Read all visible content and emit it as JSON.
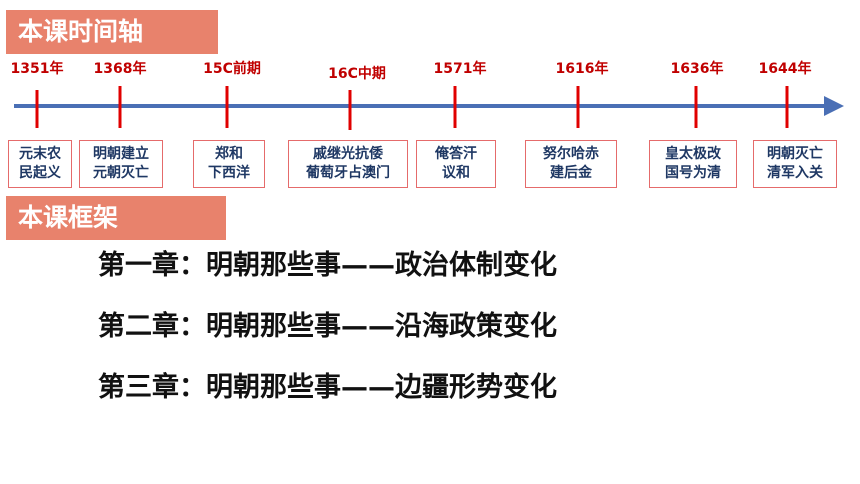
{
  "timeline_heading": "本课时间轴",
  "framework_heading": "本课框架",
  "timeline": [
    {
      "year": "1351年",
      "event_line1": "元末农",
      "event_line2": "民起义"
    },
    {
      "year": "1368年",
      "event_line1": "明朝建立",
      "event_line2": "元朝灭亡"
    },
    {
      "year": "15C前期",
      "event_line1": "郑和",
      "event_line2": "下西洋"
    },
    {
      "year": "16C中期",
      "event_line1": "戚继光抗倭",
      "event_line2": "葡萄牙占澳门"
    },
    {
      "year": "1571年",
      "event_line1": "俺答汗",
      "event_line2": "议和"
    },
    {
      "year": "1616年",
      "event_line1": "努尔哈赤",
      "event_line2": "建后金"
    },
    {
      "year": "1636年",
      "event_line1": "皇太极改",
      "event_line2": "国号为清"
    },
    {
      "year": "1644年",
      "event_line1": "明朝灭亡",
      "event_line2": "清军入关"
    }
  ],
  "chapters": [
    "第一章：明朝那些事——政治体制变化",
    "第二章：明朝那些事——沿海政策变化",
    "第三章：明朝那些事——边疆形势变化"
  ],
  "colors": {
    "heading_bg": "#e8826c",
    "axis": "#4a6fb5",
    "tick": "#e00000",
    "year_text": "#c00000",
    "event_text": "#1f3864"
  }
}
